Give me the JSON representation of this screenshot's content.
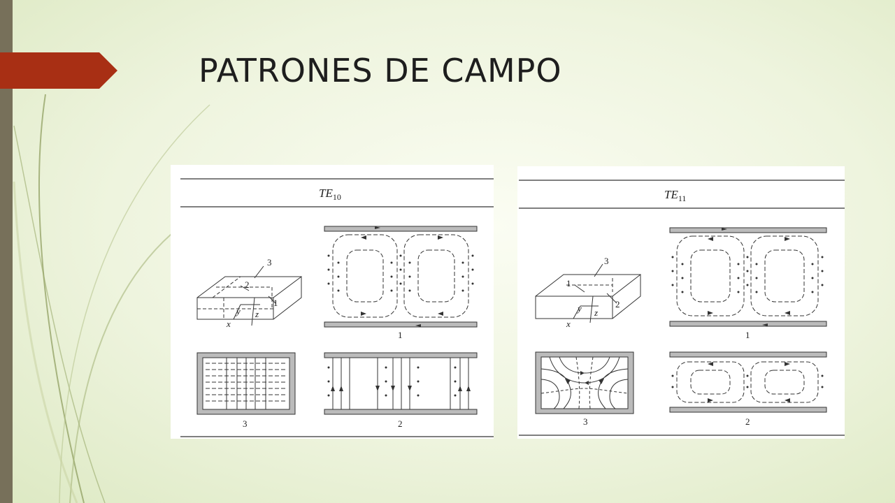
{
  "slide": {
    "title": "PATRONES DE CAMPO",
    "accent_color": "#a82f14",
    "bar_color": "#77705a"
  },
  "figures": [
    {
      "mode": "TE",
      "subscript": "10",
      "axis_labels": [
        "x",
        "y",
        "z"
      ],
      "box_callouts": [
        "3",
        "2",
        "1"
      ],
      "view_labels": [
        "1",
        "3",
        "2"
      ]
    },
    {
      "mode": "TE",
      "subscript": "11",
      "axis_labels": [
        "x",
        "y",
        "z"
      ],
      "box_callouts": [
        "3",
        "1",
        "2"
      ],
      "view_labels": [
        "1",
        "3",
        "2"
      ]
    }
  ]
}
